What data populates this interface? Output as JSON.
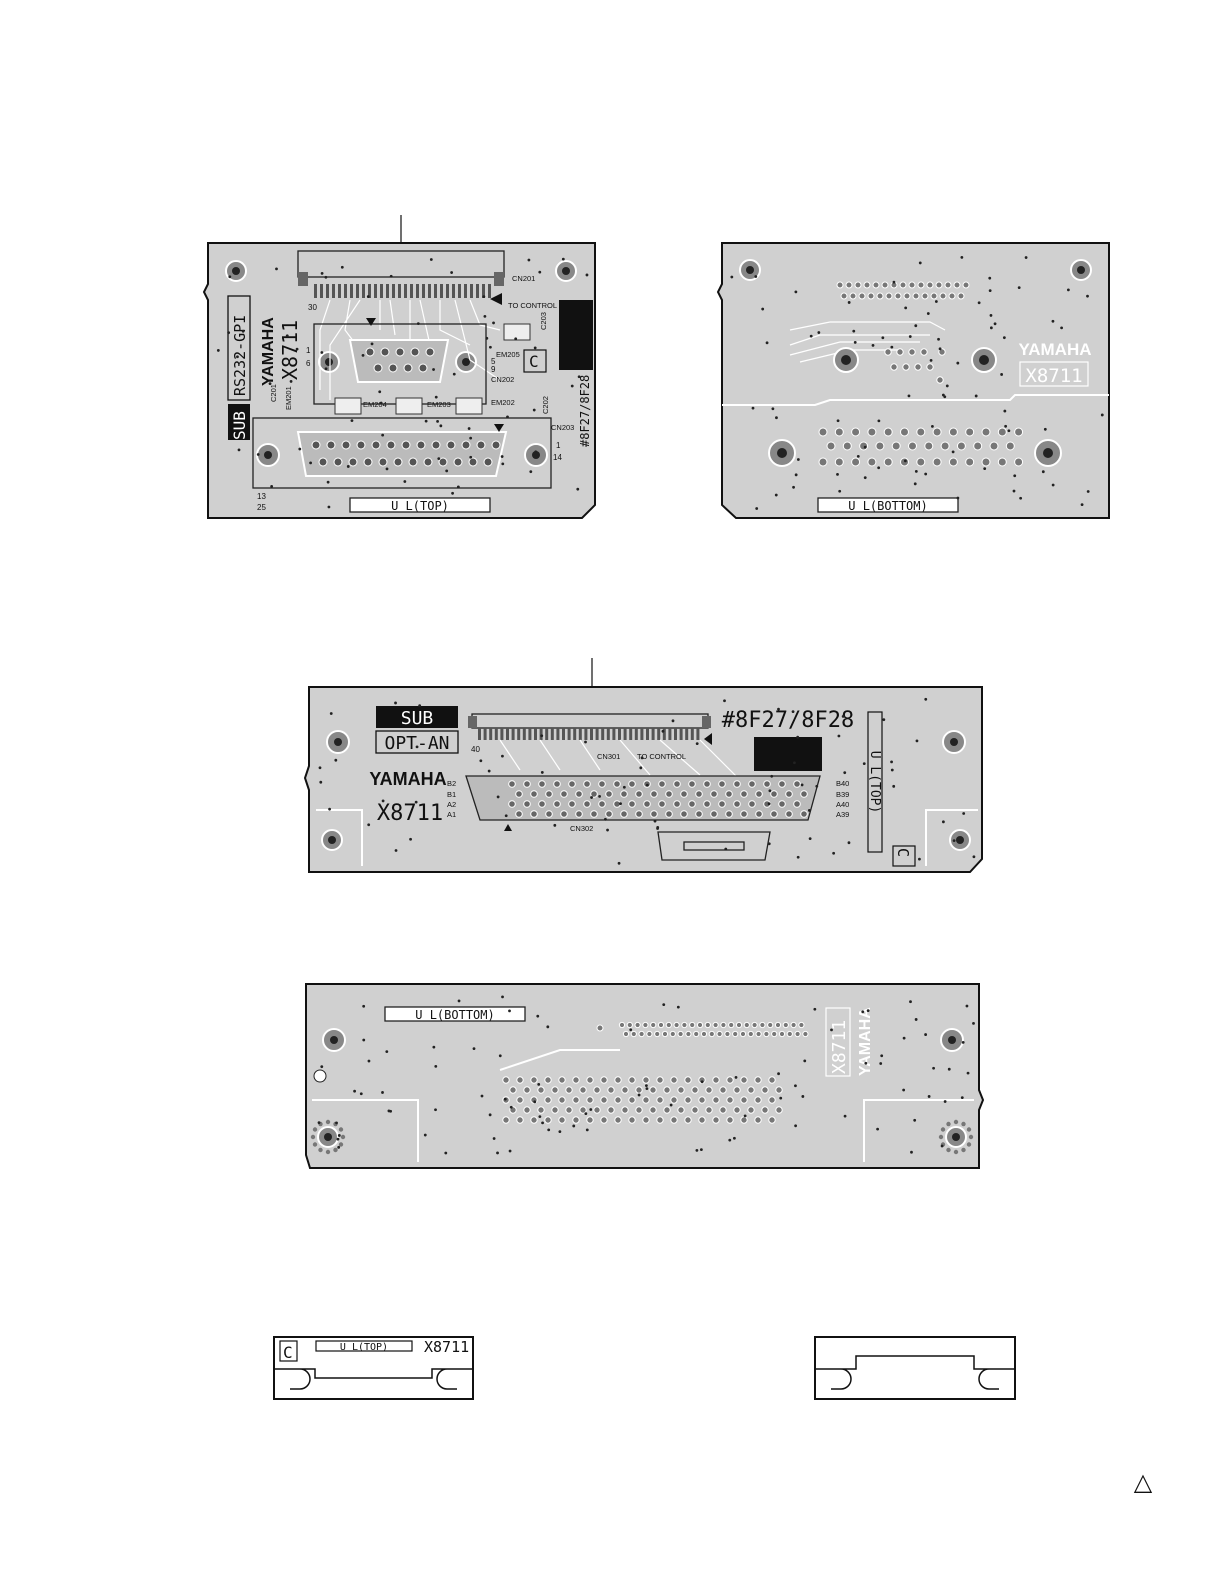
{
  "board_a_top": {
    "side_label": "U L(TOP)",
    "logo": "YAMAHA",
    "part_no": "X8711",
    "board_tag_black": "SUB",
    "board_tag_outline": "RS232-GPI",
    "revision": "#8F27/8F28",
    "grade_mark": "C",
    "to_control": "TO CONTROL",
    "refs": {
      "cn201": "CN201",
      "cn202": "CN202",
      "cn203": "CN203",
      "em201": "EM201",
      "em202": "EM202",
      "em203": "EM203",
      "em204": "EM204",
      "em205": "EM205",
      "c201": "C201",
      "c202": "C202",
      "c203": "C203"
    },
    "pins": {
      "p30": "30",
      "p6": "6",
      "p1": "1",
      "p5": "5",
      "p9": "9",
      "p14": "14",
      "p13": "13",
      "p25": "25",
      "p1b": "1"
    }
  },
  "board_a_bottom": {
    "side_label": "U L(BOTTOM)",
    "logo": "YAMAHA",
    "part_no": "X8711"
  },
  "board_b_top": {
    "side_label": "U L(TOP)",
    "logo": "YAMAHA",
    "part_no": "X8711",
    "board_tag_black": "SUB",
    "board_tag_outline": "OPT-AN",
    "revision": "#8F27/8F28",
    "grade_mark": "C",
    "to_control": "TO CONTROL",
    "refs": {
      "cn301": "CN301",
      "cn302": "CN302"
    },
    "pins": {
      "p40": "40",
      "b2": "B2",
      "b1": "B1",
      "a2": "A2",
      "a1": "A1",
      "b40": "B40",
      "b39": "B39",
      "a40": "A40",
      "a39": "A39"
    }
  },
  "board_b_bottom": {
    "side_label": "U L(BOTTOM)",
    "logo": "YAMAHA",
    "part_no": "X8711"
  },
  "bracket_top": {
    "grade_mark": "C",
    "side_label": "U L(TOP)",
    "part_no": "X8711"
  },
  "page_mark": "△"
}
